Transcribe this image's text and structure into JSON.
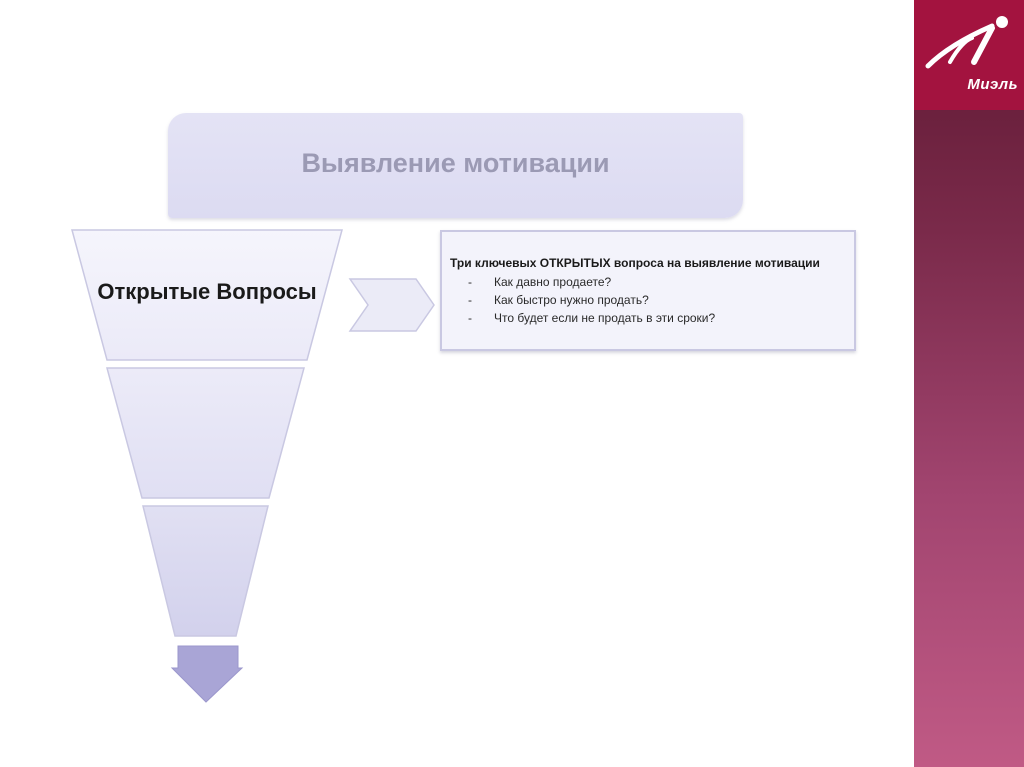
{
  "slide": {
    "title": "Выявление мотивации",
    "funnel_top_label": "Открытые Вопросы",
    "info": {
      "heading": "Три ключевых ОТКРЫТЫХ вопроса на выявление мотивации",
      "bullet_marker": "-",
      "items": [
        "Как давно продаете?",
        "Как быстро нужно продать?",
        "Что будет если не продать в эти сроки?"
      ]
    }
  },
  "brand": {
    "logo_text": "Миэль",
    "logo_color": "#a3133f",
    "strip_color_top": "#5e1832",
    "strip_color_bottom": "#c05a85"
  },
  "colors": {
    "title_band": "#dcdbf2",
    "title_text": "#9b9ab4",
    "funnel_light": "#eeeef9",
    "funnel_mid": "#e2e1f3",
    "funnel_dark": "#d4d3ec",
    "funnel_arrow": "#a9a5d6",
    "chevron": "#ebebf7"
  }
}
